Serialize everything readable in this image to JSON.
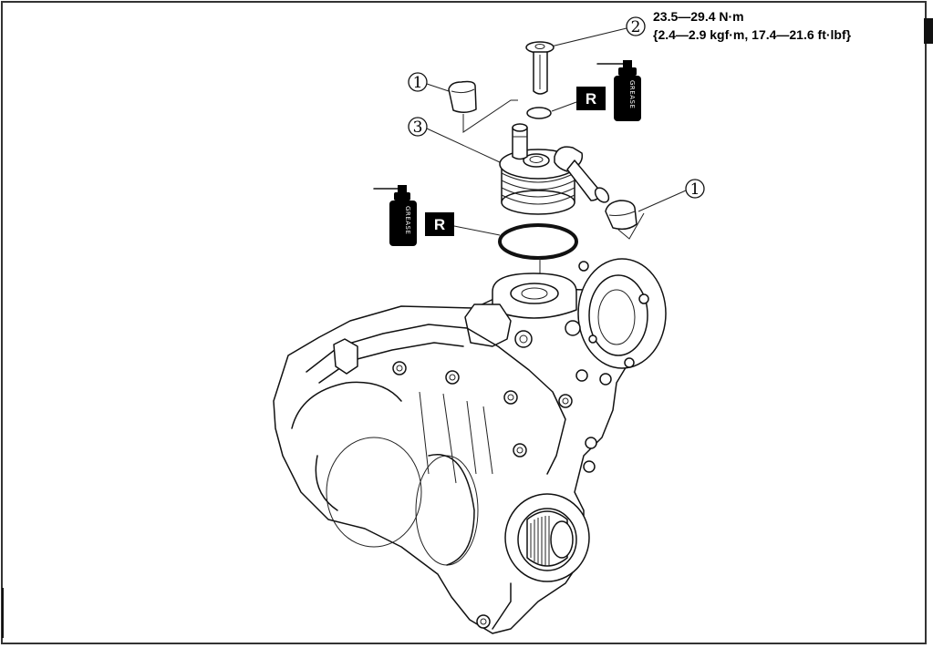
{
  "torque": {
    "line1": "23.5—29.4 N·m",
    "line2": "{2.4—2.9 kgf·m, 17.4—21.6 ft·lbf}"
  },
  "callouts": {
    "one": "1",
    "two": "2",
    "three": "3"
  },
  "replace_label": "R",
  "grease_label": "GREASE",
  "colors": {
    "ink": "#111111",
    "label_fill": "#000000",
    "background": "#ffffff"
  }
}
